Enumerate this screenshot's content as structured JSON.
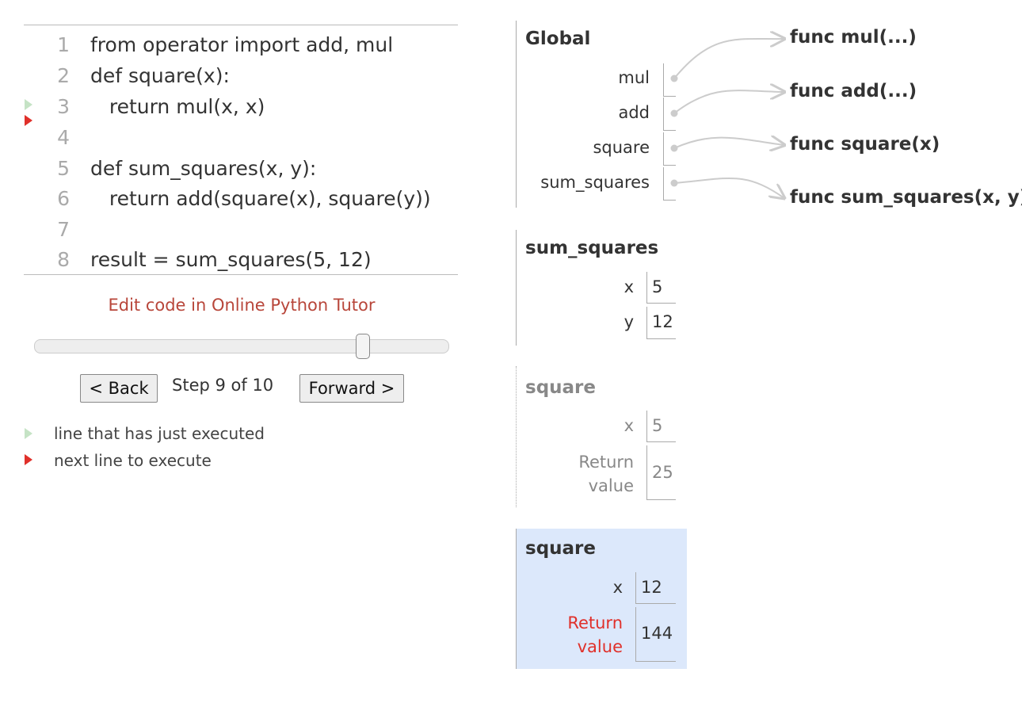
{
  "code": {
    "lines": [
      {
        "num": "1",
        "text": "from operator import add, mul"
      },
      {
        "num": "2",
        "text": "def square(x):"
      },
      {
        "num": "3",
        "text": "   return mul(x, x)"
      },
      {
        "num": "4",
        "text": ""
      },
      {
        "num": "5",
        "text": "def sum_squares(x, y):"
      },
      {
        "num": "6",
        "text": "   return add(square(x), square(y))"
      },
      {
        "num": "7",
        "text": ""
      },
      {
        "num": "8",
        "text": "result = sum_squares(5, 12)"
      }
    ]
  },
  "edit_link": "Edit code in Online Python Tutor",
  "controls": {
    "back": "< Back",
    "step": "Step 9 of 10",
    "forward": "Forward >",
    "step_current": 9,
    "step_total": 10
  },
  "legend": {
    "executed": "line that has just executed",
    "next": "next line to execute"
  },
  "colors": {
    "executed": "#c5e3c5",
    "next": "#e0302a",
    "active_frame": "#dce8fb"
  },
  "global": {
    "title": "Global",
    "vars": [
      {
        "name": "mul",
        "func": "func mul(...)"
      },
      {
        "name": "add",
        "func": "func add(...)"
      },
      {
        "name": "square",
        "func": "func square(x)"
      },
      {
        "name": "sum_squares",
        "func": "func sum_squares(x, y)"
      }
    ]
  },
  "frames": [
    {
      "title": "sum_squares",
      "vars": [
        {
          "name": "x",
          "value": "5"
        },
        {
          "name": "y",
          "value": "12"
        }
      ]
    },
    {
      "title": "square",
      "vars": [
        {
          "name": "x",
          "value": "5"
        }
      ],
      "return_label": "Return value",
      "return_value": "25"
    },
    {
      "title": "square",
      "vars": [
        {
          "name": "x",
          "value": "12"
        }
      ],
      "return_label": "Return value",
      "return_value": "144"
    }
  ]
}
